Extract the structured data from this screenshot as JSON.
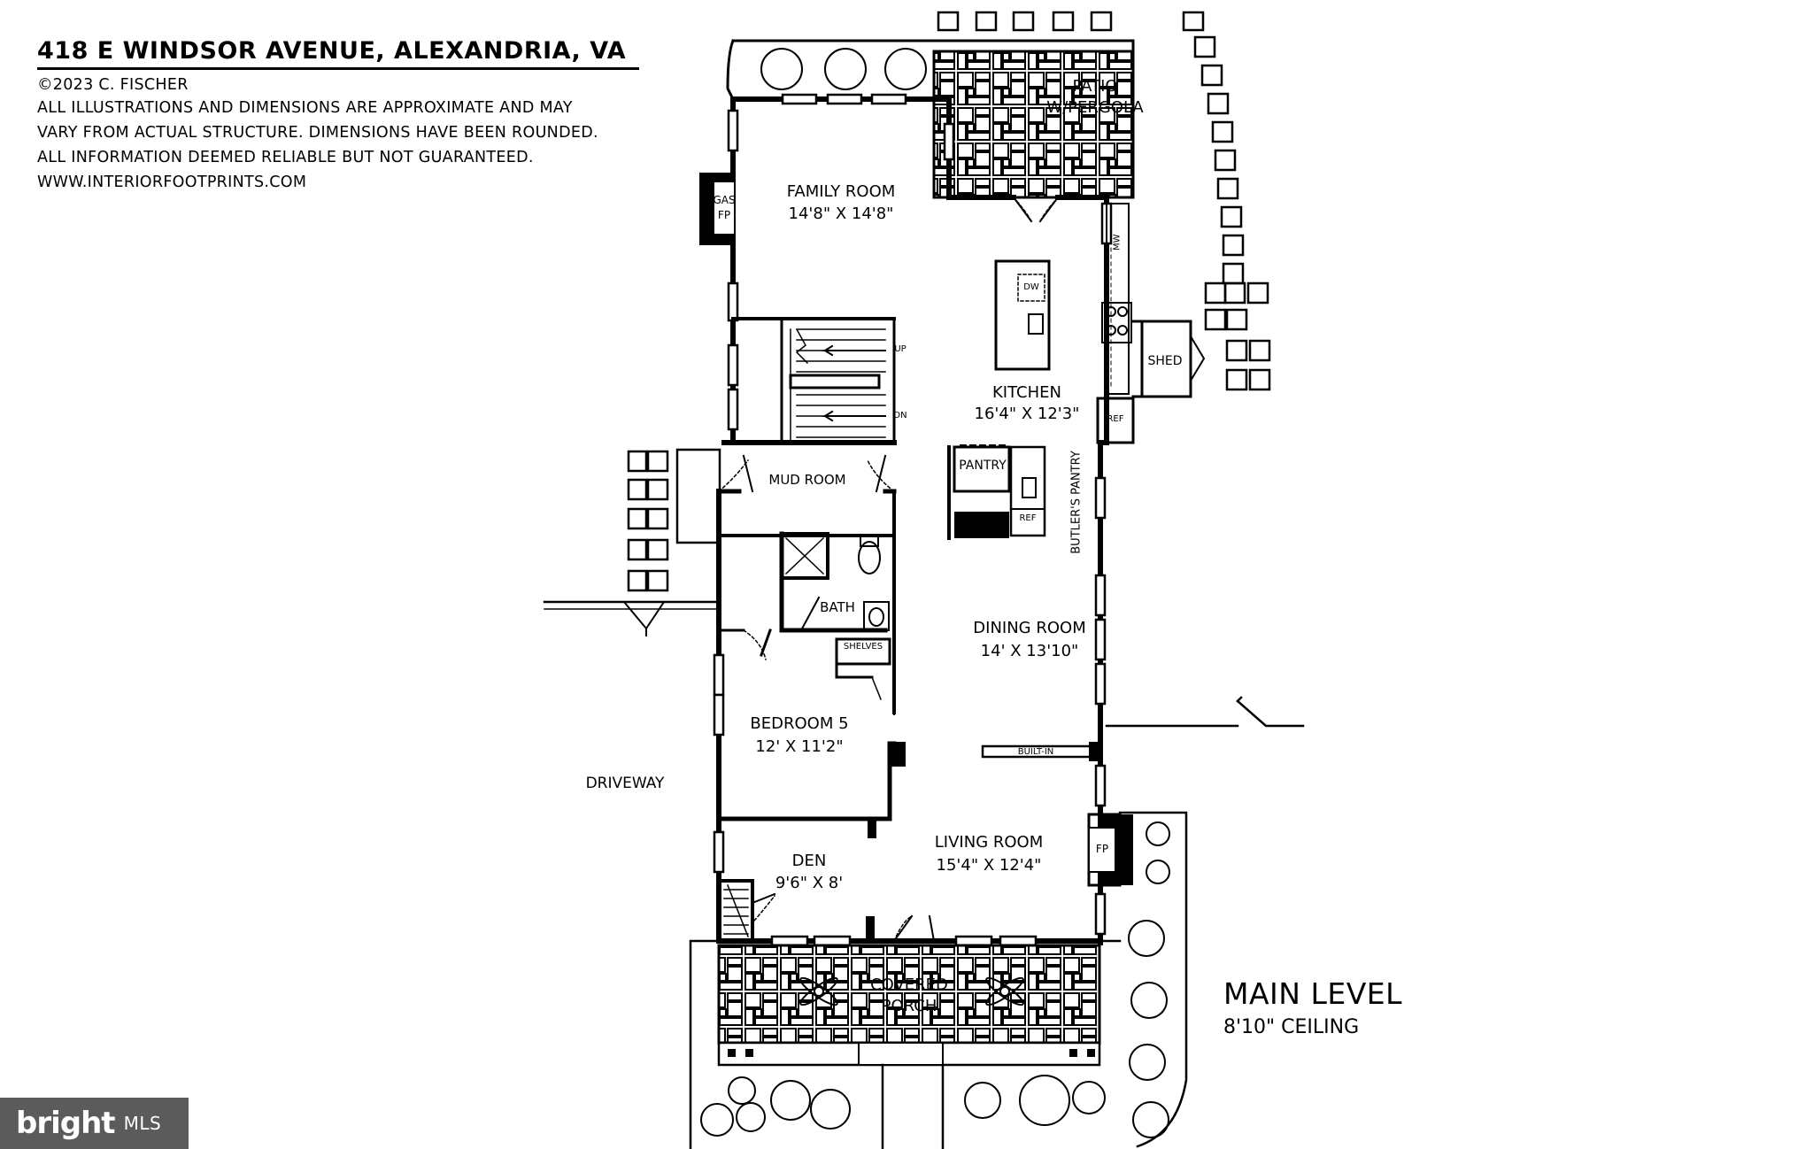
{
  "header": {
    "address": "418 E WINDSOR AVENUE, ALEXANDRIA, VA",
    "copyright": "©2023 C. FISCHER",
    "disclaimer_lines": [
      "ALL ILLUSTRATIONS AND DIMENSIONS ARE APPROXIMATE AND MAY",
      "VARY FROM ACTUAL STRUCTURE. DIMENSIONS HAVE BEEN ROUNDED.",
      "ALL INFORMATION DEEMED RELIABLE BUT NOT GUARANTEED.",
      "WWW.INTERIORFOOTPRINTS.COM"
    ]
  },
  "level": {
    "name": "MAIN LEVEL",
    "ceiling": "8'10\" CEILING"
  },
  "rooms": {
    "patio": {
      "name": "PATIO",
      "name2": "W/PERGOLA"
    },
    "family_room": {
      "name": "FAMILY ROOM",
      "dims": "14'8\" X 14'8\""
    },
    "kitchen": {
      "name": "KITCHEN",
      "dims": "16'4\" X 12'3\""
    },
    "mud_room": {
      "name": "MUD ROOM"
    },
    "pantry": {
      "name": "PANTRY"
    },
    "butlers_pantry": {
      "name": "BUTLER'S PANTRY"
    },
    "bath": {
      "name": "BATH"
    },
    "shelves": {
      "name": "SHELVES"
    },
    "dining_room": {
      "name": "DINING ROOM",
      "dims": "14' X 13'10\""
    },
    "bedroom5": {
      "name": "BEDROOM 5",
      "dims": "12' X 11'2\""
    },
    "den": {
      "name": "DEN",
      "dims": "9'6\" X 8'"
    },
    "living_room": {
      "name": "LIVING ROOM",
      "dims": "15'4\" X 12'4\""
    },
    "covered_porch": {
      "name": "COVERED",
      "name2": "PORCH"
    },
    "shed": {
      "name": "SHED"
    },
    "driveway": {
      "name": "DRIVEWAY"
    }
  },
  "fixtures": {
    "gas_fp": {
      "line1": "GAS",
      "line2": "FP"
    },
    "fp": "FP",
    "mw": "MW",
    "dw": "DW",
    "ref": "REF",
    "ref2": "REF",
    "up": "UP",
    "dn": "DN",
    "built_in": "BUILT-IN"
  },
  "watermark": {
    "brand": "bright",
    "suffix": "MLS"
  }
}
